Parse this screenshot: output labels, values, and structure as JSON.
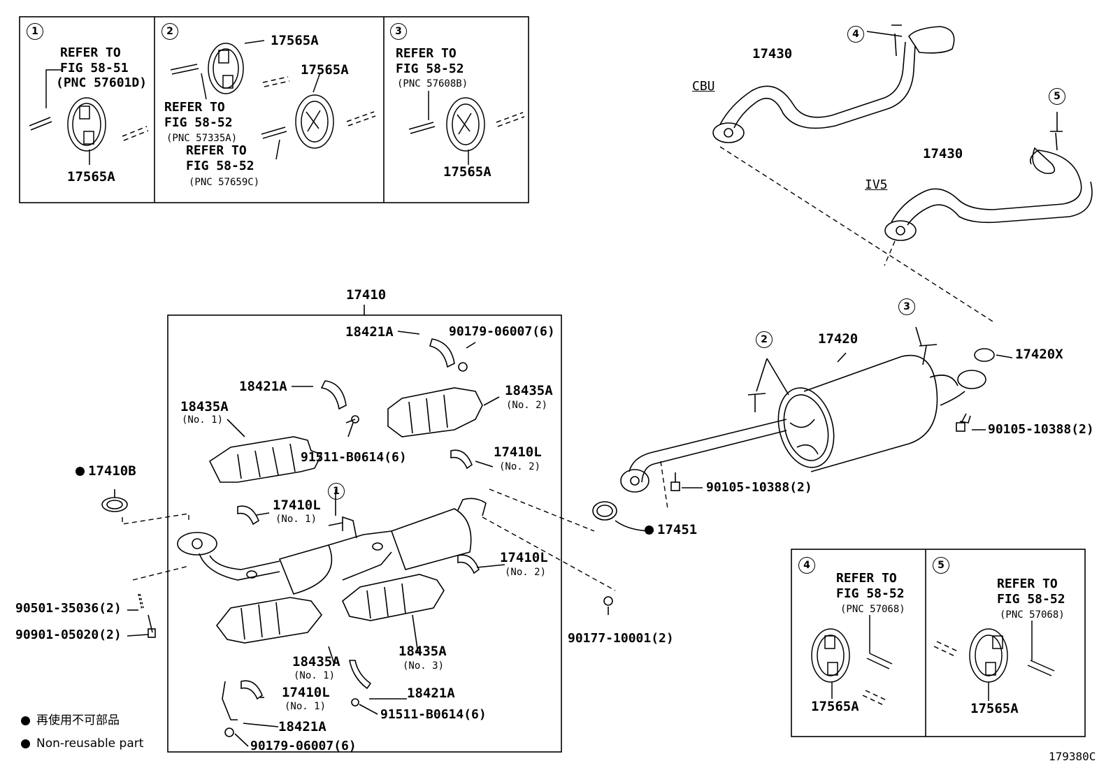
{
  "diagram_id": "179380C",
  "main_assembly": {
    "part": "17410"
  },
  "parts": {
    "p17565A": "17565A",
    "p17430": "17430",
    "p17420": "17420",
    "p17420X": "17420X",
    "p17410B": "17410B",
    "p17451": "17451",
    "p18421A": "18421A",
    "p18435A": "18435A",
    "p17410L": "17410L",
    "p90179": "90179-06007(6)",
    "p91511": "91511-B0614(6)",
    "p90105": "90105-10388(2)",
    "p90501": "90501-35036(2)",
    "p90901": "90901-05020(2)",
    "p90177": "90177-10001(2)"
  },
  "qualifiers": {
    "no1": "(No. 1)",
    "no2": "(No. 2)",
    "no3": "(No. 3)",
    "cbu": "CBU",
    "iv5": "IV5"
  },
  "callouts": [
    "1",
    "2",
    "3",
    "4",
    "5"
  ],
  "references": {
    "refer_to": "REFER TO",
    "fig_58_51": "FIG 58-51",
    "fig_58_52": "FIG 58-52",
    "pnc_57601D": "(PNC 57601D)",
    "pnc_57335A": "(PNC 57335A)",
    "pnc_57659C": "(PNC 57659C)",
    "pnc_57608B": "(PNC 57608B)",
    "pnc_57068": "(PNC 57068)"
  },
  "legend": {
    "jp": "再使用不可部品",
    "en": "Non-reusable part"
  },
  "icons": [
    "non-reusable-dot-icon"
  ]
}
